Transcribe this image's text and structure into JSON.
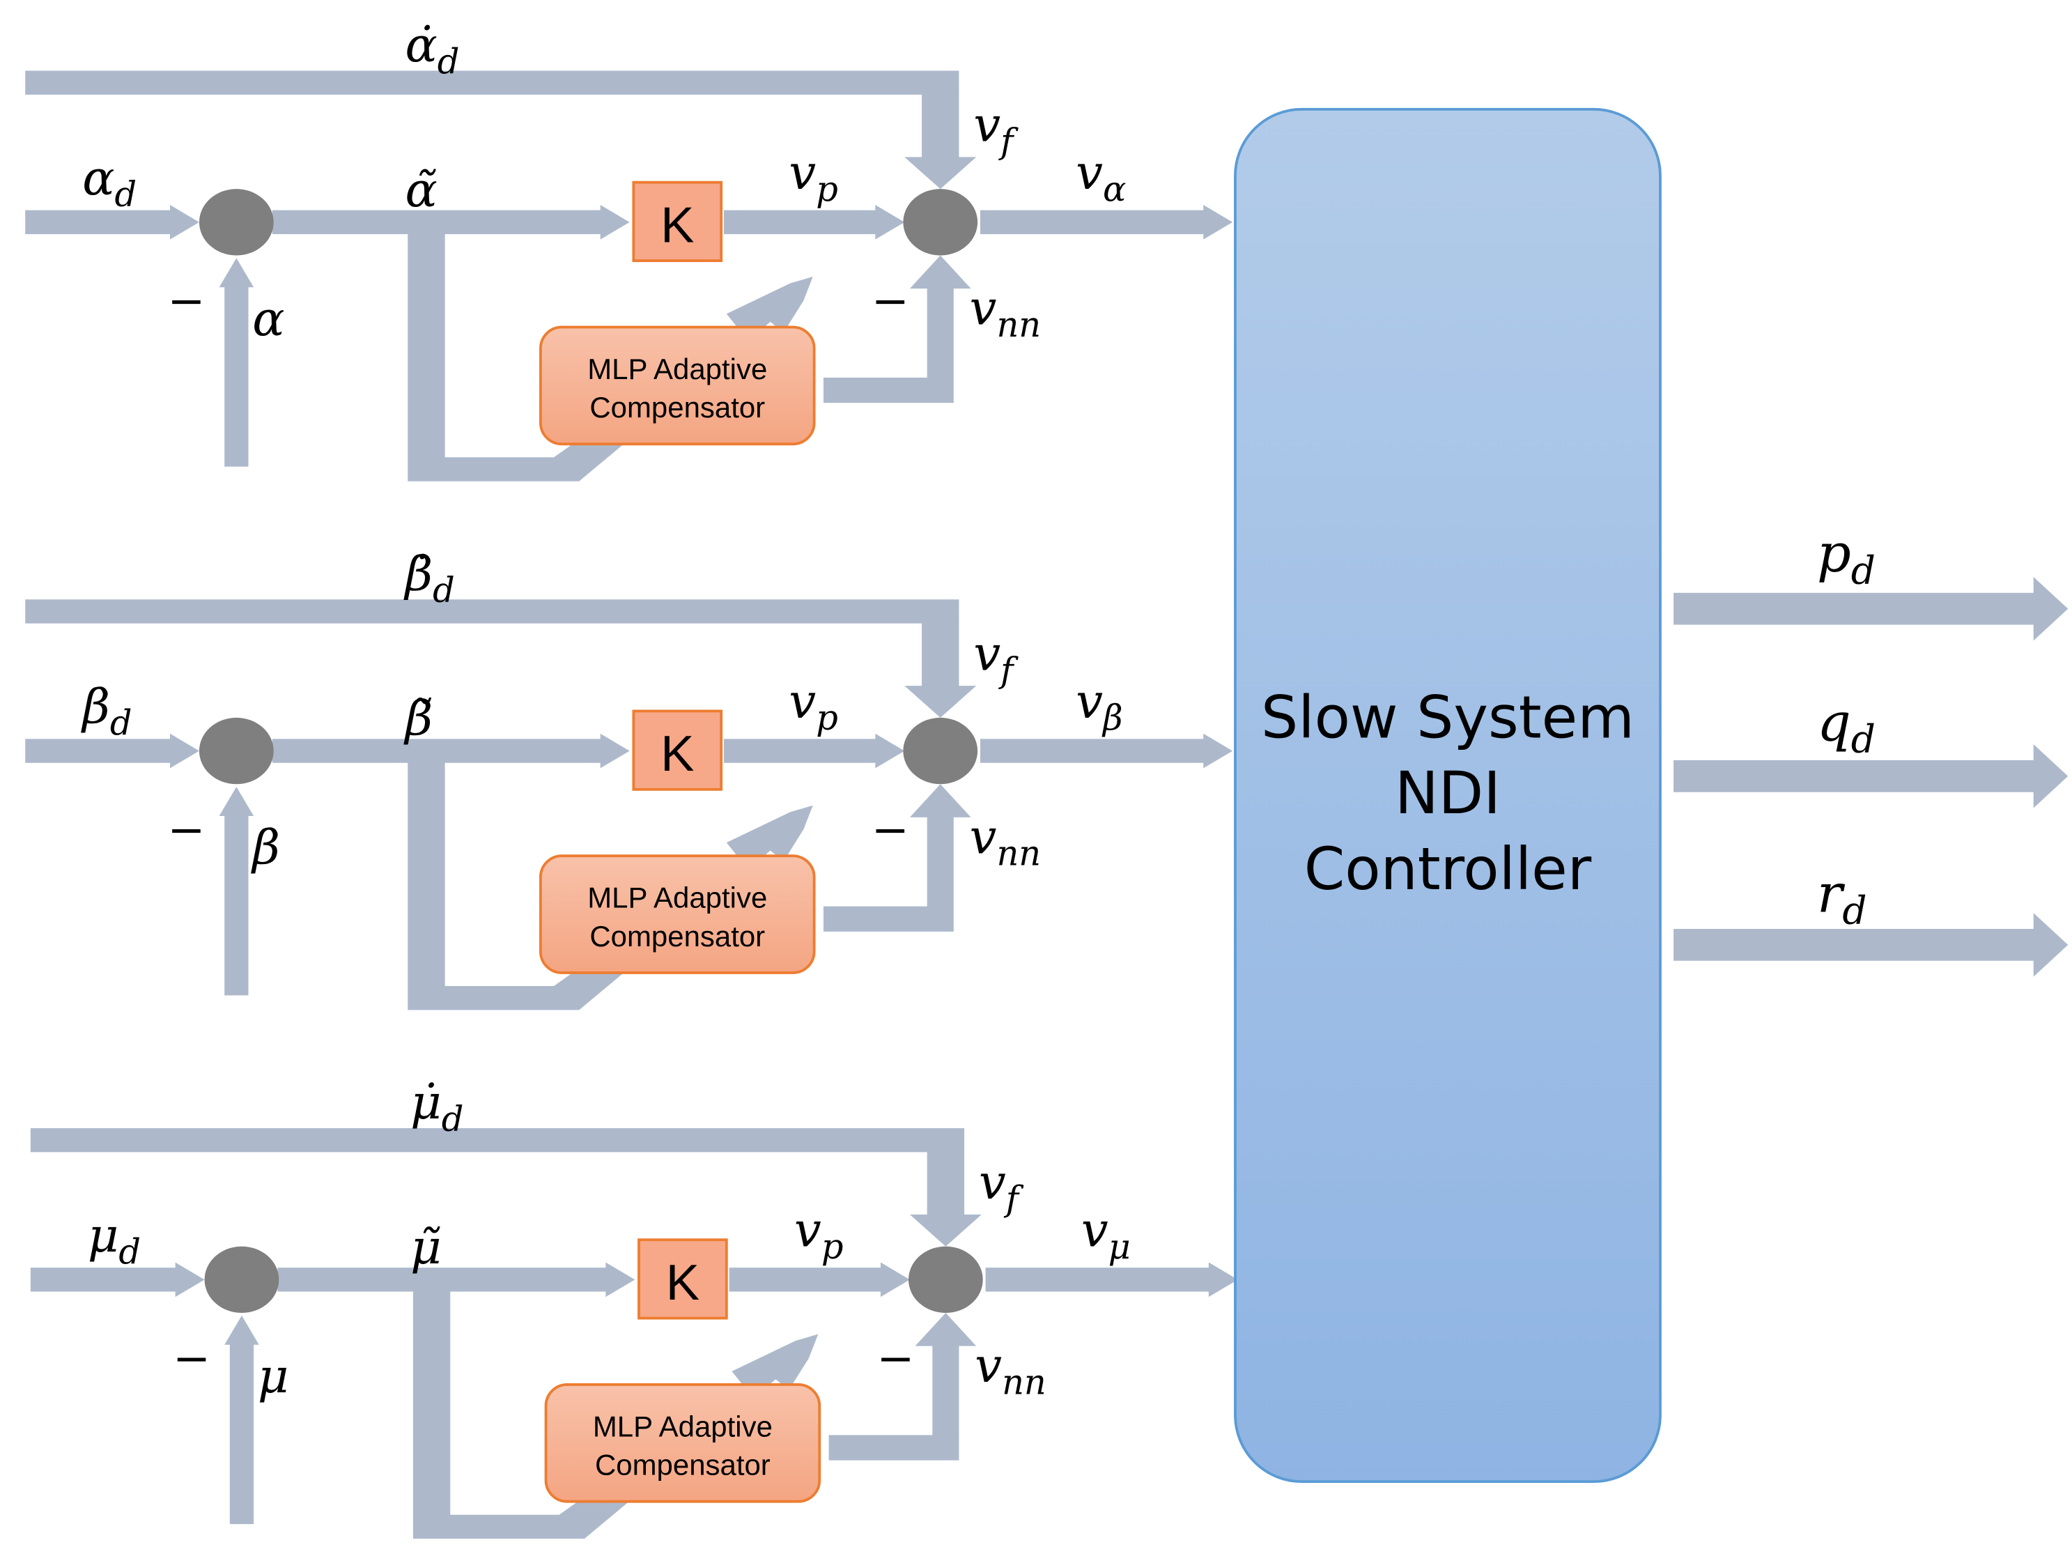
{
  "colors": {
    "arrow": "#adb9cb",
    "summer": "#7f7f7f",
    "k_fill": "#f6a889",
    "k_stroke": "#ed7d31",
    "ndi_top": "#b2cbe9",
    "ndi_bottom": "#8fb4e3",
    "ndi_stroke": "#5b9bd5"
  },
  "channels": [
    {
      "input": {
        "base": "α",
        "sub": "d"
      },
      "deriv": {
        "base": "α̇",
        "sub": "d"
      },
      "feedback": {
        "base": "α"
      },
      "error": {
        "base": "α̃"
      },
      "output": {
        "base": "v",
        "sub": "α"
      },
      "minus1": "−",
      "minus2": "−",
      "gain": "K",
      "mlp": [
        "MLP Adaptive",
        "Compensator"
      ],
      "vf": {
        "base": "v",
        "sub": "f"
      },
      "vp": {
        "base": "v",
        "sub": "p"
      },
      "vnn": {
        "base": "v",
        "sub": "nn"
      }
    },
    {
      "input": {
        "base": "β",
        "sub": "d"
      },
      "deriv": {
        "base": "β̇",
        "sub": "d"
      },
      "feedback": {
        "base": "β"
      },
      "error": {
        "base": "β̃"
      },
      "output": {
        "base": "v",
        "sub": "β"
      },
      "minus1": "−",
      "minus2": "−",
      "gain": "K",
      "mlp": [
        "MLP Adaptive",
        "Compensator"
      ],
      "vf": {
        "base": "v",
        "sub": "f"
      },
      "vp": {
        "base": "v",
        "sub": "p"
      },
      "vnn": {
        "base": "v",
        "sub": "nn"
      }
    },
    {
      "input": {
        "base": "μ",
        "sub": "d"
      },
      "deriv": {
        "base": "μ̇",
        "sub": "d"
      },
      "feedback": {
        "base": "μ"
      },
      "error": {
        "base": "μ̃"
      },
      "output": {
        "base": "v",
        "sub": "μ"
      },
      "minus1": "−",
      "minus2": "−",
      "gain": "K",
      "mlp": [
        "MLP Adaptive",
        "Compensator"
      ],
      "vf": {
        "base": "v",
        "sub": "f"
      },
      "vp": {
        "base": "v",
        "sub": "p"
      },
      "vnn": {
        "base": "v",
        "sub": "nn"
      }
    }
  ],
  "ndi": {
    "lines": [
      "Slow System",
      "NDI",
      "Controller"
    ]
  },
  "outputs": [
    {
      "base": "p",
      "sub": "d"
    },
    {
      "base": "q",
      "sub": "d"
    },
    {
      "base": "r",
      "sub": "d"
    }
  ]
}
